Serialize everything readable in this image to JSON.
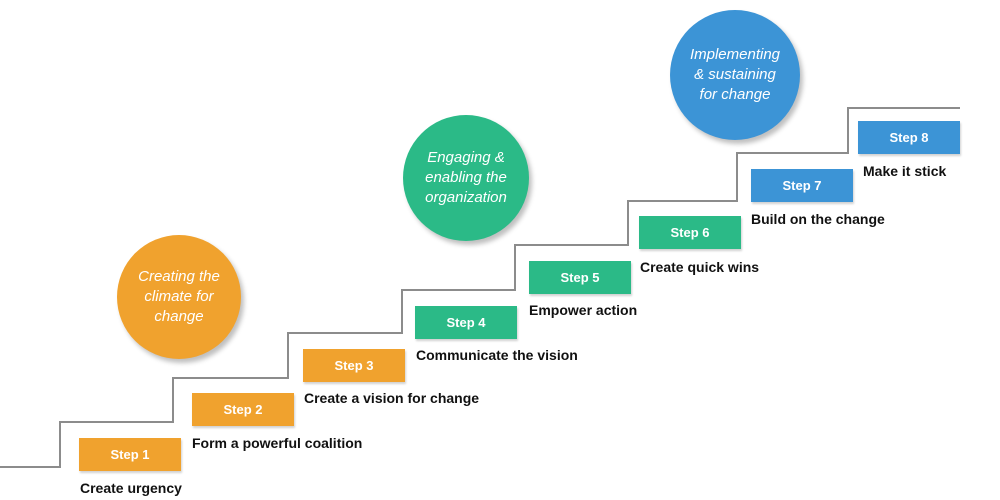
{
  "colors": {
    "orange": "#F0A22E",
    "green": "#2BBA87",
    "blue": "#3C94D6",
    "stair_line": "#8C8C8C"
  },
  "phases": [
    {
      "text": "Creating the\nclimate for\nchange",
      "color": "#F0A22E"
    },
    {
      "text": "Engaging &\nenabling the\norganization",
      "color": "#2BBA87"
    },
    {
      "text": "Implementing\n& sustaining\nfor change",
      "color": "#3C94D6"
    }
  ],
  "steps": [
    {
      "label": "Step 1",
      "action": "Create urgency",
      "color": "#F0A22E"
    },
    {
      "label": "Step 2",
      "action": "Form a powerful coalition",
      "color": "#F0A22E"
    },
    {
      "label": "Step 3",
      "action": "Create a vision for change",
      "color": "#F0A22E"
    },
    {
      "label": "Step 4",
      "action": "Communicate the vision",
      "color": "#2BBA87"
    },
    {
      "label": "Step 5",
      "action": "Empower action",
      "color": "#2BBA87"
    },
    {
      "label": "Step 6",
      "action": "Create quick wins",
      "color": "#2BBA87"
    },
    {
      "label": "Step 7",
      "action": "Build on the change",
      "color": "#3C94D6"
    },
    {
      "label": "Step 8",
      "action": "Make it stick",
      "color": "#3C94D6"
    }
  ]
}
